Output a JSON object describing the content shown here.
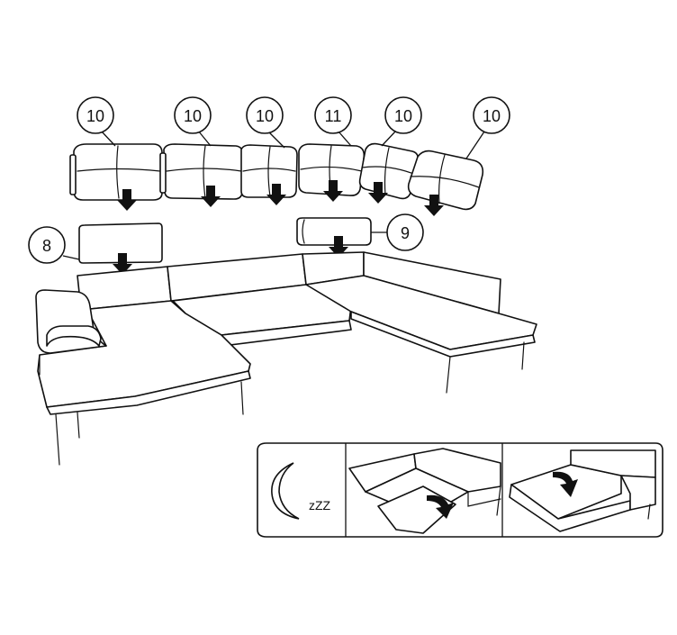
{
  "callouts": {
    "cushion_1": "10",
    "cushion_2": "10",
    "cushion_3": "10",
    "cushion_4": "11",
    "cushion_5": "10",
    "cushion_6": "10",
    "headrest_left": "8",
    "headrest_right": "9"
  },
  "sleep_panel": {
    "label": "zZZ",
    "icon": "crescent-moon-icon"
  }
}
